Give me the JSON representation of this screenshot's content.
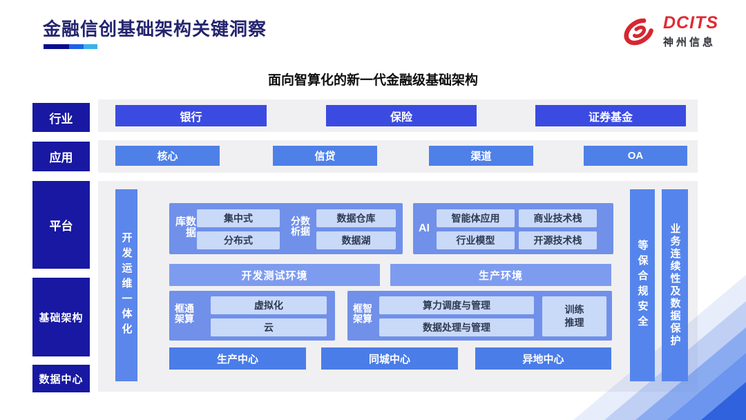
{
  "page": {
    "title": "金融信创基础架构关键洞察",
    "subtitle": "面向智算化的新一代金融级基础架构"
  },
  "logo": {
    "brand": "DCITS",
    "company": "神州信息"
  },
  "sidebar": {
    "items": [
      {
        "label": "行业"
      },
      {
        "label": "应用"
      },
      {
        "label": "平台"
      },
      {
        "label": "基础架构"
      },
      {
        "label": "数据中心"
      }
    ]
  },
  "rows": {
    "industry": [
      "银行",
      "保险",
      "证券基金"
    ],
    "application": [
      "核心",
      "信贷",
      "渠道",
      "OA"
    ]
  },
  "platform": {
    "devops_bar": "开发运维一体化",
    "groups": {
      "database": {
        "label": "数据库",
        "items": [
          "集中式",
          "分布式"
        ]
      },
      "analytics": {
        "label": "数据分析",
        "items": [
          "数据仓库",
          "数据湖"
        ]
      },
      "ai": {
        "label": "AI",
        "items": [
          "智能体应用",
          "商业技术栈",
          "行业模型",
          "开源技术栈"
        ]
      }
    },
    "environments": [
      "开发测试环境",
      "生产环境"
    ],
    "frameworks": {
      "general": {
        "label": "通算框架",
        "items": [
          "虚拟化",
          "云"
        ]
      },
      "intelligent": {
        "label": "智算框架",
        "items": [
          "算力调度与管理",
          "数据处理与管理"
        ],
        "side": "训练推理"
      }
    },
    "centers": [
      "生产中心",
      "同城中心",
      "异地中心"
    ],
    "security_bar": "等保合规安全",
    "continuity_bar": "业务连续性及数据保护"
  },
  "colors": {
    "brand_red": "#E02A33",
    "sidebar_navy": "#1818A2",
    "industry_blue": "#3B4BE2",
    "app_blue": "#4E80E8",
    "group_blue": "#7090EA",
    "chip_blue": "#C9D9F8",
    "env_blue": "#7E9CEF",
    "center_blue": "#4A7DE8"
  }
}
